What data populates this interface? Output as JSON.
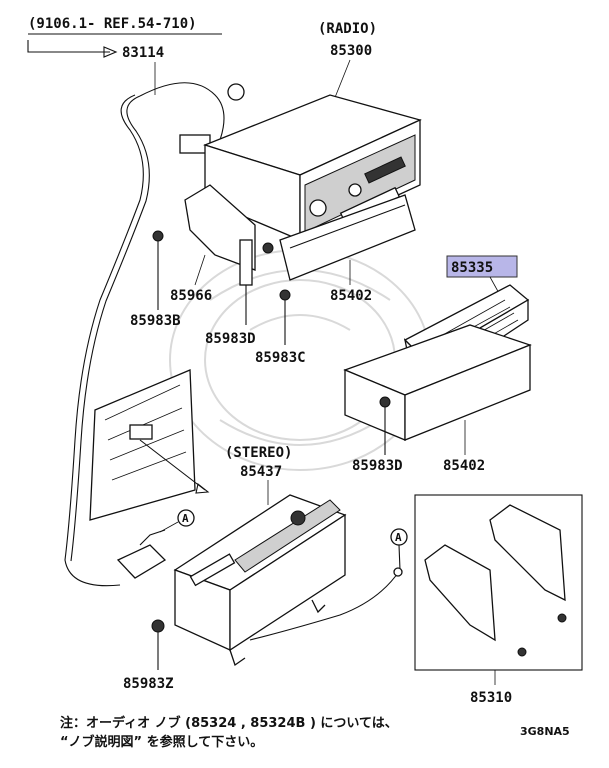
{
  "reference": {
    "range_label": "(9106.1- REF.54-710)",
    "arrow_part": "83114"
  },
  "groups": {
    "radio_label": "(RADIO)",
    "stereo_label": "(STEREO)"
  },
  "parts": {
    "radio": "85300",
    "stereo": "85437",
    "highlighted": "85335",
    "bracket_left": "85966",
    "bolt_b": "85983B",
    "bolt_d_upper": "85983D",
    "bolt_c": "85983C",
    "frame_upper": "85402",
    "bolt_d_lower": "85983D",
    "frame_lower": "85402",
    "bolt_z": "85983Z",
    "bracket_kit": "85310"
  },
  "callouts": {
    "connector_a_left": "A",
    "connector_a_right": "A"
  },
  "notes": {
    "line1": "注：オーディオ ノブ (85324 , 85324B ) については、",
    "line2": "“ノブ説明図” を参照して下さい。"
  },
  "diagram_code": "3G8NA5",
  "colors": {
    "highlight": "#b8b6e8",
    "ink": "#111111"
  }
}
